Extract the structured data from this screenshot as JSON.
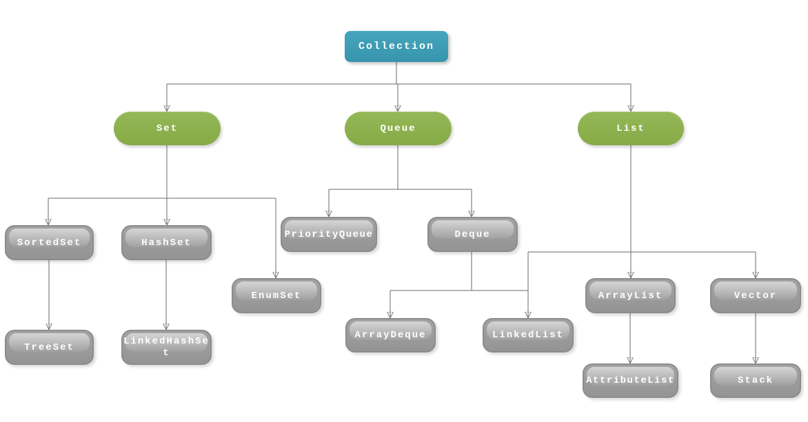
{
  "diagram": {
    "nodes": {
      "collection": {
        "label": "Collection",
        "kind": "root"
      },
      "set": {
        "label": "Set",
        "kind": "interface"
      },
      "queue": {
        "label": "Queue",
        "kind": "interface"
      },
      "list": {
        "label": "List",
        "kind": "interface"
      },
      "sortedset": {
        "label": "SortedSet",
        "kind": "class"
      },
      "hashset": {
        "label": "HashSet",
        "kind": "class"
      },
      "priorityqueue": {
        "label": "PriorityQueue",
        "kind": "class"
      },
      "deque": {
        "label": "Deque",
        "kind": "class"
      },
      "enumset": {
        "label": "EnumSet",
        "kind": "class"
      },
      "treeset": {
        "label": "TreeSet",
        "kind": "class"
      },
      "linkedhashset": {
        "label": "LinkedHashSet",
        "kind": "class"
      },
      "arraydeque": {
        "label": "ArrayDeque",
        "kind": "class"
      },
      "linkedlist": {
        "label": "LinkedList",
        "kind": "class"
      },
      "arraylist": {
        "label": "ArrayList",
        "kind": "class"
      },
      "vector": {
        "label": "Vector",
        "kind": "class"
      },
      "attributelist": {
        "label": "AttributeList",
        "kind": "class"
      },
      "stack": {
        "label": "Stack",
        "kind": "class"
      }
    },
    "hierarchy": [
      {
        "from": "Collection",
        "to": "Set"
      },
      {
        "from": "Collection",
        "to": "Queue"
      },
      {
        "from": "Collection",
        "to": "List"
      },
      {
        "from": "Set",
        "to": "SortedSet"
      },
      {
        "from": "Set",
        "to": "HashSet"
      },
      {
        "from": "Set",
        "to": "EnumSet"
      },
      {
        "from": "Queue",
        "to": "PriorityQueue"
      },
      {
        "from": "Queue",
        "to": "Deque"
      },
      {
        "from": "Deque",
        "to": "ArrayDeque"
      },
      {
        "from": "Deque",
        "to": "LinkedList"
      },
      {
        "from": "List",
        "to": "LinkedList"
      },
      {
        "from": "List",
        "to": "ArrayList"
      },
      {
        "from": "List",
        "to": "Vector"
      },
      {
        "from": "SortedSet",
        "to": "TreeSet"
      },
      {
        "from": "HashSet",
        "to": "LinkedHashSet"
      },
      {
        "from": "ArrayList",
        "to": "AttributeList"
      },
      {
        "from": "Vector",
        "to": "Stack"
      }
    ],
    "colors": {
      "root_fill": "#3d9eb6",
      "interface_fill": "#8db14e",
      "class_fill": "#9a9a9a",
      "class_gloss": "#d4d4d4",
      "connector": "#6a6a6a",
      "arrowhead": "#5f5f5f",
      "text": "#ffffff",
      "background": "#ffffff"
    }
  }
}
